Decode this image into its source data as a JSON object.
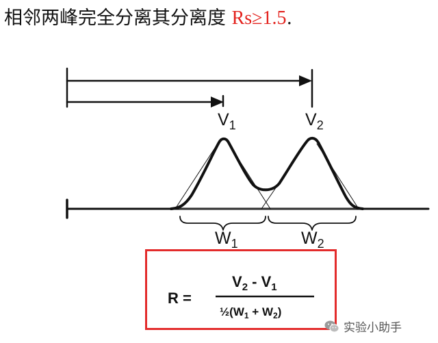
{
  "title": {
    "text": "相邻两峰完全分离其分离度 ",
    "criterion": "Rs≥1.5",
    "period": "."
  },
  "diagram": {
    "v1_base": "V",
    "v1_sub": "1",
    "v2_base": "V",
    "v2_sub": "2",
    "w1_base": "W",
    "w1_sub": "1",
    "w2_base": "W",
    "w2_sub": "2"
  },
  "formula": {
    "lhs": "R =",
    "num_v2": "V",
    "num_v2_sub": "2",
    "num_minus": " - ",
    "num_v1": "V",
    "num_v1_sub": "1",
    "den_prefix": "½(W",
    "den_w1_sub": "1",
    "den_plus": " + W",
    "den_w2_sub": "2",
    "den_suffix": ")"
  },
  "watermark": {
    "text": "实验小助手",
    "icon": "wechat-icon"
  },
  "colors": {
    "accent_red": "#e32b2b",
    "ink": "#111111"
  }
}
